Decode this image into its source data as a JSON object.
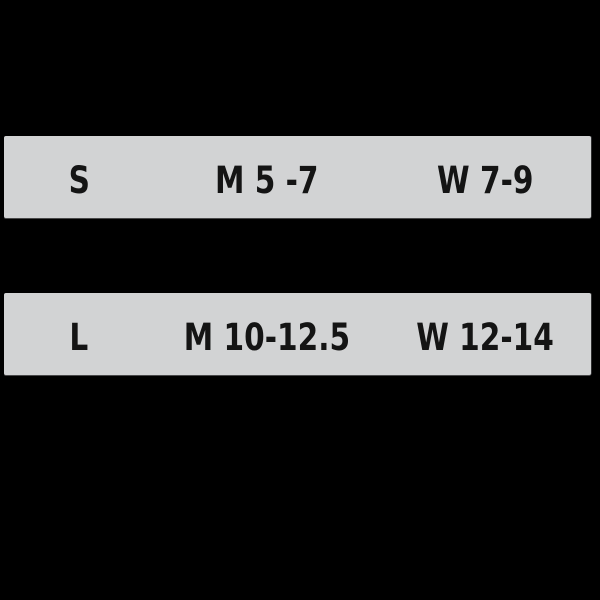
{
  "chart_data": {
    "type": "table",
    "title": "",
    "rows": [
      {
        "size": "S",
        "mens": "M 5 -7",
        "womens": "W 7-9"
      },
      {
        "size": "L",
        "mens": "M 10-12.5",
        "womens": "W 12-14"
      }
    ]
  },
  "colors": {
    "background": "#000000",
    "row_fill": "#d2d3d4",
    "text": "#141414"
  }
}
